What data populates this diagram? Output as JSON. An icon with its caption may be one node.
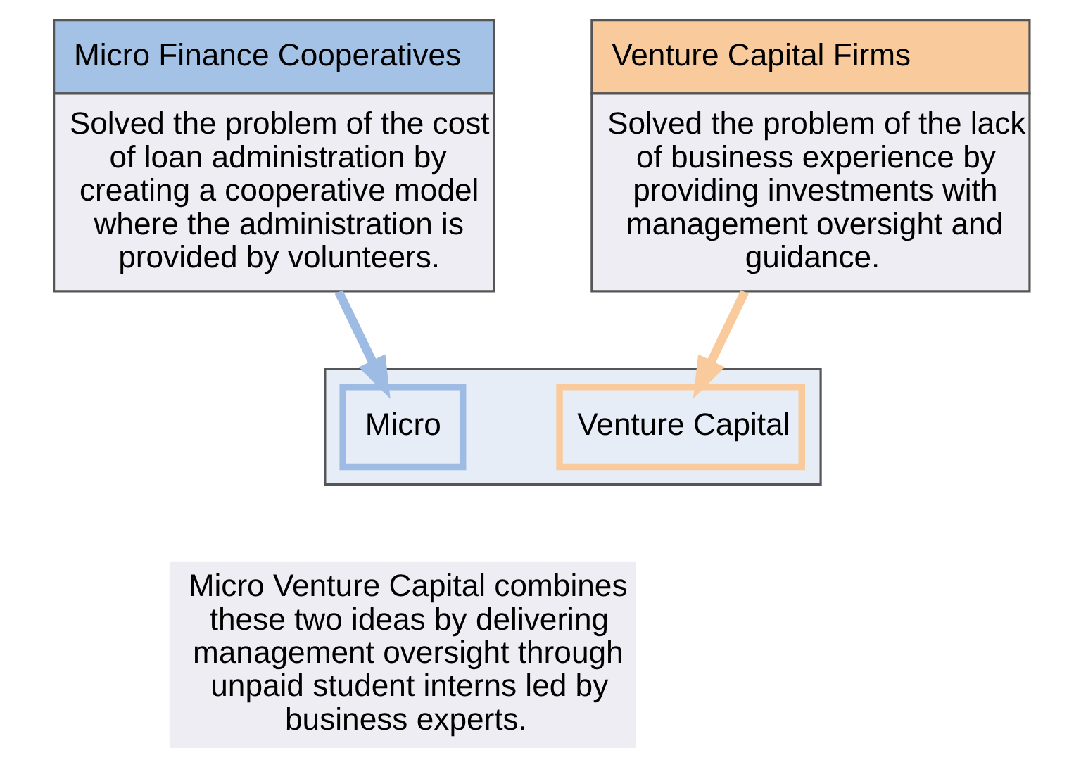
{
  "diagram": {
    "nodes": [
      {
        "text": [
          "Micro Finance Cooperatives",
          "Solved the problem of the cost of loan administration by creating a cooperative model where the administration is provided by volunteers."
        ]
      },
      {
        "text": [
          "Venture Capital Firms",
          "Solved the problem of the lack of business experience by providing investments with management oversight and guidance."
        ]
      },
      {
        "text": [],
        "shape": "box"
      },
      {
        "text": [
          "Micro"
        ],
        "in": 2
      },
      {
        "text": [
          "Venture Capital"
        ],
        "in": 2
      },
      {
        "text": [
          "Micro Venture Capital combines these two ideas by delivering management oversight through unpaid student interns led by business experts."
        ]
      }
    ],
    "edges": [
      {
        "from": 0,
        "to": 3,
        "arrow": "to",
        "color": "#9dbbe3"
      },
      {
        "from": 1,
        "to": 4,
        "arrow": "to",
        "color": "#f9cb9c"
      }
    ]
  }
}
